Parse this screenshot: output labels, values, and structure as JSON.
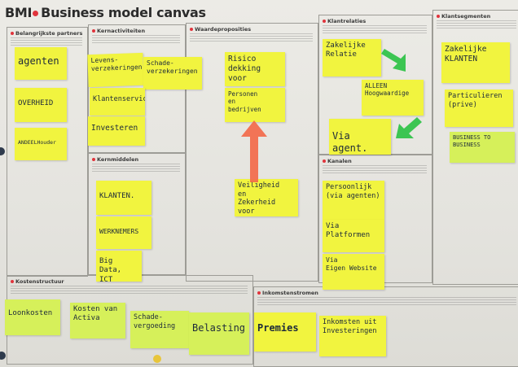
{
  "header": {
    "logo": "BMI",
    "title": "Business model canvas"
  },
  "sections": {
    "partners": "Belangrijkste partners",
    "activities": "Kernactiviteiten",
    "value": "Waardeproposities",
    "relations": "Klantrelaties",
    "segments": "Klantsegmenten",
    "resources": "Kernmiddelen",
    "channels": "Kanalen",
    "costs": "Kostenstructuur",
    "revenue": "Inkomstenstromen"
  },
  "notes": {
    "partners": [
      "agenten",
      "OVERHEID",
      "ANDEELHouder"
    ],
    "activities": [
      "Levens-\nverzekeringen",
      "Schade-\nverzekeringen",
      "Klantenservice",
      "Investeren"
    ],
    "value": [
      "Risico dekking\nvoor",
      "Personen\nen\nbedrijven",
      "Veiligheid\nen\nZekerheid voor"
    ],
    "relations": [
      "Zakelijke\nRelatie",
      "ALLEEN\nHoogwaardige",
      "Via agent."
    ],
    "segments": [
      "Zakelijke\nKLANTEN",
      "Particulieren\n(prive)",
      "BUSINESS TO\nBUSINESS"
    ],
    "resources": [
      "KLANTEN.",
      "WERKNEMERS",
      "Big Data, ICT\nInfrastructuur"
    ],
    "channels": [
      "Persoonlijk\n(via agenten)",
      "Via\nPlatformen",
      "Via\nEigen Website"
    ],
    "costs": [
      "Loonkosten",
      "Kosten van\nActiva",
      "Schade-\nvergoeding",
      "Belasting"
    ],
    "revenue": [
      "Premies",
      "Inkomsten uit\nInvesteringen"
    ]
  },
  "colors": {
    "note_yellow": "#f1f43f",
    "note_green": "#d6f05a",
    "arrow_orange": "#f36a4a",
    "arrow_green": "#3cc552",
    "accent_red": "#e0343c"
  }
}
